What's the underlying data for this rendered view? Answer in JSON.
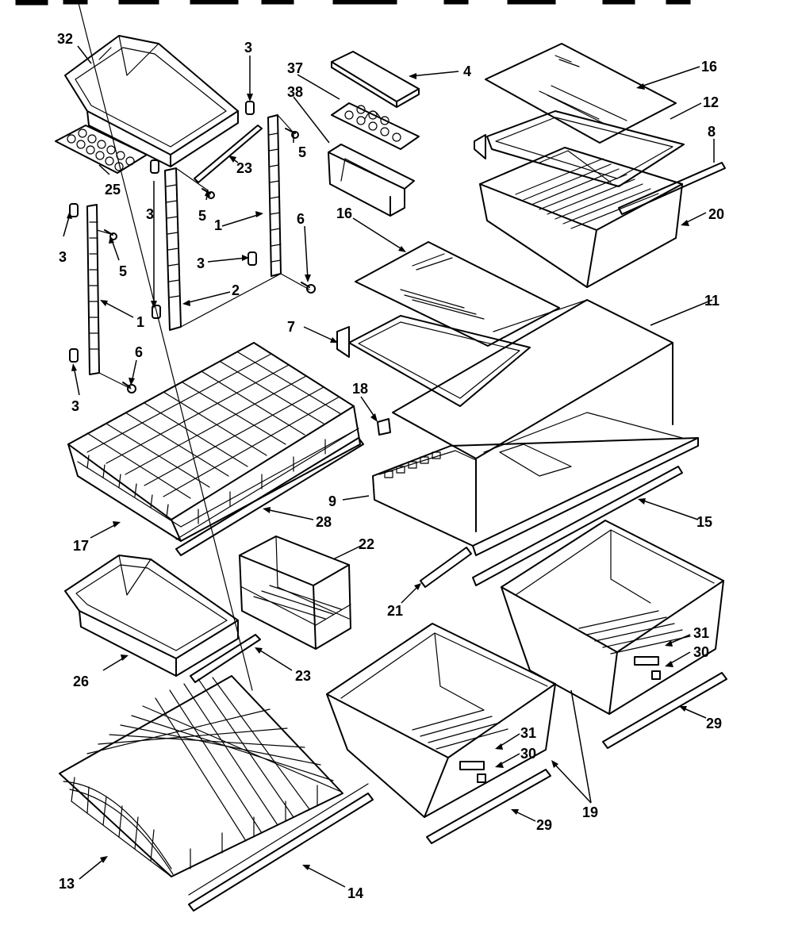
{
  "diagram": {
    "title": "Refrigerator shelf and drawer parts",
    "header_strip": "",
    "callouts": [
      {
        "id": "c32",
        "label": "32"
      },
      {
        "id": "c3a",
        "label": "3"
      },
      {
        "id": "c37",
        "label": "37"
      },
      {
        "id": "c4",
        "label": "4"
      },
      {
        "id": "c16a",
        "label": "16"
      },
      {
        "id": "c38",
        "label": "38"
      },
      {
        "id": "c12",
        "label": "12"
      },
      {
        "id": "c8",
        "label": "8"
      },
      {
        "id": "c5a",
        "label": "5"
      },
      {
        "id": "c23a",
        "label": "23"
      },
      {
        "id": "c25",
        "label": "25"
      },
      {
        "id": "c20",
        "label": "20"
      },
      {
        "id": "c3b",
        "label": "3"
      },
      {
        "id": "c5b",
        "label": "5"
      },
      {
        "id": "c1a",
        "label": "1"
      },
      {
        "id": "c6a",
        "label": "6"
      },
      {
        "id": "c16b",
        "label": "16"
      },
      {
        "id": "c3c",
        "label": "3"
      },
      {
        "id": "c5c",
        "label": "5"
      },
      {
        "id": "c3d",
        "label": "3"
      },
      {
        "id": "c2",
        "label": "2"
      },
      {
        "id": "c1b",
        "label": "1"
      },
      {
        "id": "c11",
        "label": "11"
      },
      {
        "id": "c7",
        "label": "7"
      },
      {
        "id": "c6b",
        "label": "6"
      },
      {
        "id": "c3e",
        "label": "3"
      },
      {
        "id": "c18",
        "label": "18"
      },
      {
        "id": "c9",
        "label": "9"
      },
      {
        "id": "c15",
        "label": "15"
      },
      {
        "id": "c28",
        "label": "28"
      },
      {
        "id": "c17",
        "label": "17"
      },
      {
        "id": "c22",
        "label": "22"
      },
      {
        "id": "c21",
        "label": "21"
      },
      {
        "id": "c31a",
        "label": "31"
      },
      {
        "id": "c30a",
        "label": "30"
      },
      {
        "id": "c26",
        "label": "26"
      },
      {
        "id": "c23b",
        "label": "23"
      },
      {
        "id": "c29a",
        "label": "29"
      },
      {
        "id": "c31b",
        "label": "31"
      },
      {
        "id": "c30b",
        "label": "30"
      },
      {
        "id": "c19",
        "label": "19"
      },
      {
        "id": "c29b",
        "label": "29"
      },
      {
        "id": "c13",
        "label": "13"
      },
      {
        "id": "c14",
        "label": "14"
      }
    ]
  }
}
